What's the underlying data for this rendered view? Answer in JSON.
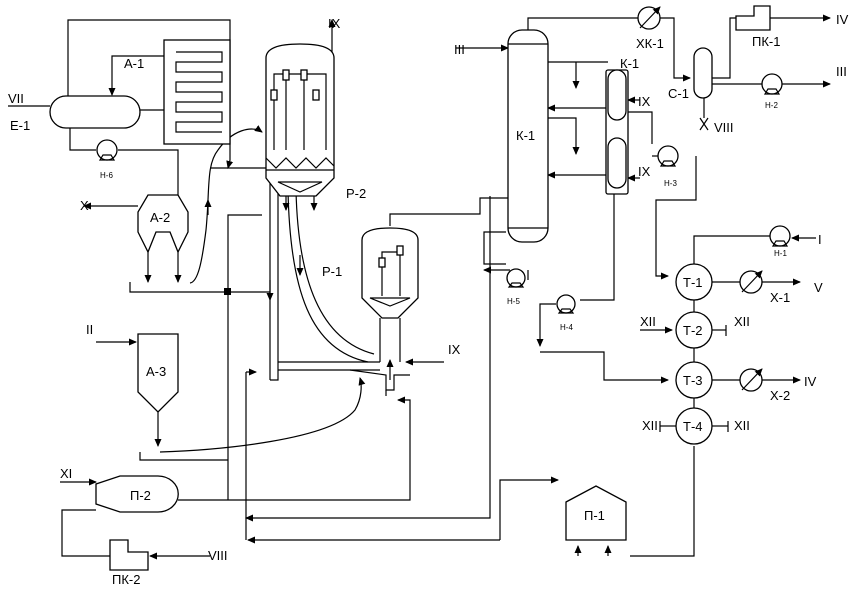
{
  "equipment": {
    "e1": "Е-1",
    "a1": "А-1",
    "a2": "А-2",
    "a3": "А-3",
    "p2_furnace": "П-2",
    "pk2": "ПК-2",
    "p1_furnace": "П-1",
    "r2": "Р-2",
    "r1": "Р-1",
    "k1_column": "К-1",
    "k1_top": "К-1",
    "xk1": "ХК-1",
    "pk1": "ПК-1",
    "c1": "С-1",
    "t1": "Т-1",
    "t2": "Т-2",
    "t3": "Т-3",
    "t4": "Т-4",
    "x1": "Х-1",
    "x2": "Х-2"
  },
  "pumps": {
    "h1": "Н-1",
    "h2": "Н-2",
    "h3": "Н-3",
    "h4": "Н-4",
    "h5": "Н-5",
    "h6": "Н-6"
  },
  "streams": {
    "in_vii": "VII",
    "out_x_a2": "X",
    "in_ii": "II",
    "in_xi": "XI",
    "in_viii_pk2": "VIII",
    "out_ix_top": "IX",
    "in_ix_r1": "IX",
    "in_iii_k1": "III",
    "ix_k1_a": "IX",
    "ix_k1_b": "IX",
    "out_iv_top": "IV",
    "out_iii_right": "III",
    "viii_c1": "VIII",
    "in_i": "I",
    "out_v": "V",
    "xii_t2_in": "XII",
    "xii_t2_out": "XII",
    "out_iv_x2": "IV",
    "xii_t4_in": "XII",
    "xii_t4_out": "XII"
  }
}
